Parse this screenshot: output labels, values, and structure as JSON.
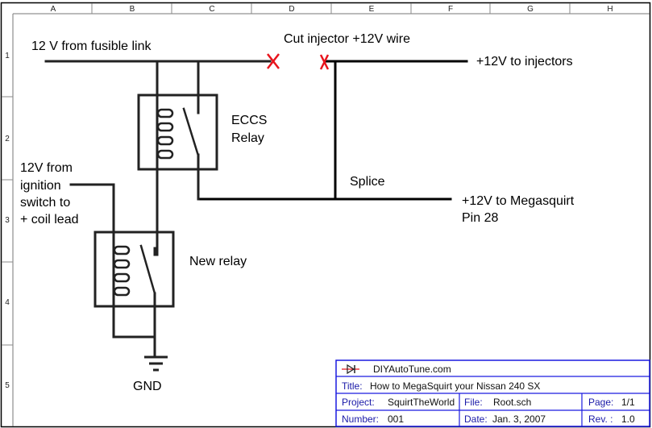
{
  "frame": {
    "columns": [
      "A",
      "B",
      "C",
      "D",
      "E",
      "F",
      "G",
      "H"
    ],
    "rows": [
      "1",
      "2",
      "3",
      "4",
      "5"
    ]
  },
  "labels": {
    "fusible_link": "12 V from fusible link",
    "cut_wire": "Cut injector +12V wire",
    "to_injectors": "+12V to injectors",
    "eccs_line1": "ECCS",
    "eccs_line2": "Relay",
    "ignition_line1": "12V from",
    "ignition_line2": "ignition",
    "ignition_line3": "switch to",
    "ignition_line4": "+ coil lead",
    "splice": "Splice",
    "megasquirt_line1": "+12V to Megasquirt",
    "megasquirt_line2": "Pin 28",
    "new_relay": "New relay",
    "gnd": "GND"
  },
  "title_block": {
    "company": "DIYAutoTune.com",
    "title_key": "Title:",
    "title_val": "How to MegaSquirt your  Nissan 240 SX",
    "project_key": "Project:",
    "project_val": "SquirtTheWorld",
    "file_key": "File:",
    "file_val": "Root.sch",
    "page_key": "Page:",
    "page_val": "1/1",
    "number_key": "Number:",
    "number_val": "001",
    "date_key": "Date:",
    "date_val": "Jan. 3, 2007",
    "rev_key": "Rev. :",
    "rev_val": "1.0"
  },
  "colors": {
    "wire": "#000000",
    "cut_mark": "#e8141c",
    "title_border": "#1a1ae0",
    "title_key_text": "#1a1aa8"
  }
}
